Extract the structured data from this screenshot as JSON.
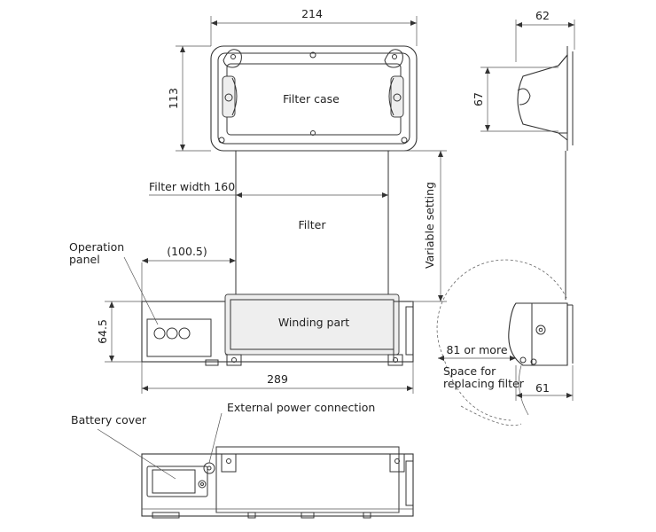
{
  "labels": {
    "filter_case": "Filter case",
    "filter": "Filter",
    "winding_part": "Winding part",
    "filter_width": "Filter width 160",
    "variable_setting": "Variable setting",
    "operation_panel_line1": "Operation",
    "operation_panel_line2": "panel",
    "battery_cover": "Battery cover",
    "external_power": "External power connection",
    "replace_space_line1": "Space for",
    "replace_space_line2": "replacing filter"
  },
  "dimensions": {
    "case_width": "214",
    "case_height": "113",
    "side_width": "62",
    "side_height": "67",
    "panel_offset": "(100.5)",
    "body_height": "64.5",
    "total_width": "289",
    "min_clearance": "81 or more",
    "side_depth": "61"
  }
}
